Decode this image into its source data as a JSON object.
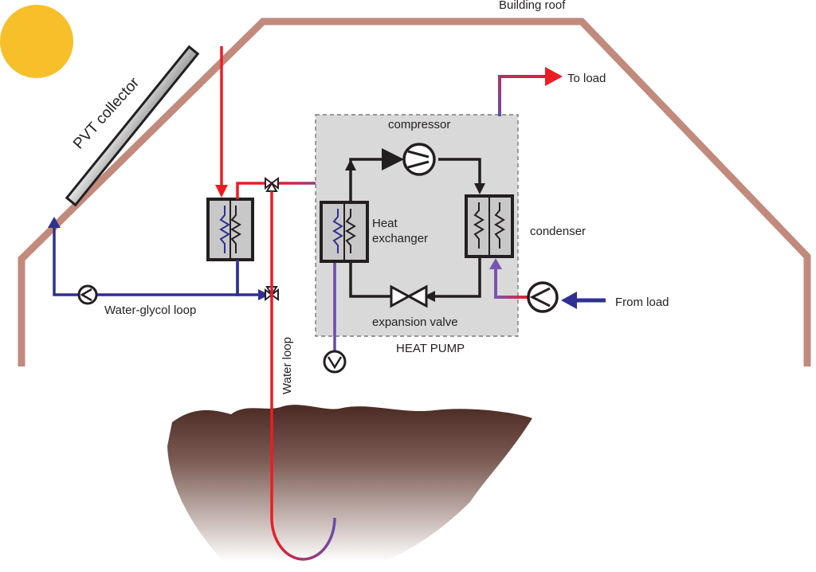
{
  "labels": {
    "building_roof": "Building roof",
    "pvt_collector": "PVT collector",
    "to_load": "To load",
    "compressor": "compressor",
    "heat_exchanger_line1": "Heat",
    "heat_exchanger_line2": "exchanger",
    "condenser": "condenser",
    "from_load": "From load",
    "water_glycol_loop": "Water-glycol loop",
    "expansion_valve": "expansion valve",
    "heat_pump": "HEAT PUMP",
    "water_loop": "Water loop"
  },
  "colors": {
    "roof": "#c18a7c",
    "sun": "#f7bf2a",
    "hot": "#ed1c24",
    "cold": "#2e3192",
    "refrigerant": "#231f20",
    "heat_pump_box": "#d9d9d9",
    "ground_top": "#4a2a22"
  }
}
